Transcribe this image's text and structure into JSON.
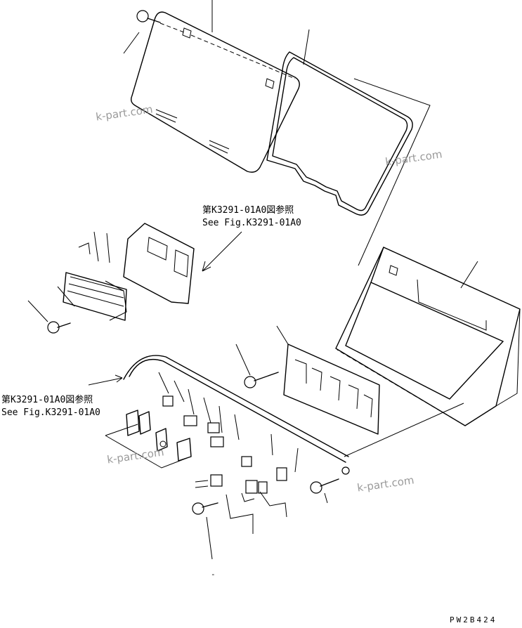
{
  "references": [
    {
      "ja": "第K3291-01A0図参照",
      "en": "See Fig.K3291-01A0"
    },
    {
      "ja": "第K3291-01A0図参照",
      "en": "See Fig.K3291-01A0"
    }
  ],
  "watermarks": [
    "k-part.com",
    "k-part.com",
    "k-part.com",
    "k-part.com"
  ],
  "drawing_code": "PW2B424",
  "callout_dash": "-"
}
